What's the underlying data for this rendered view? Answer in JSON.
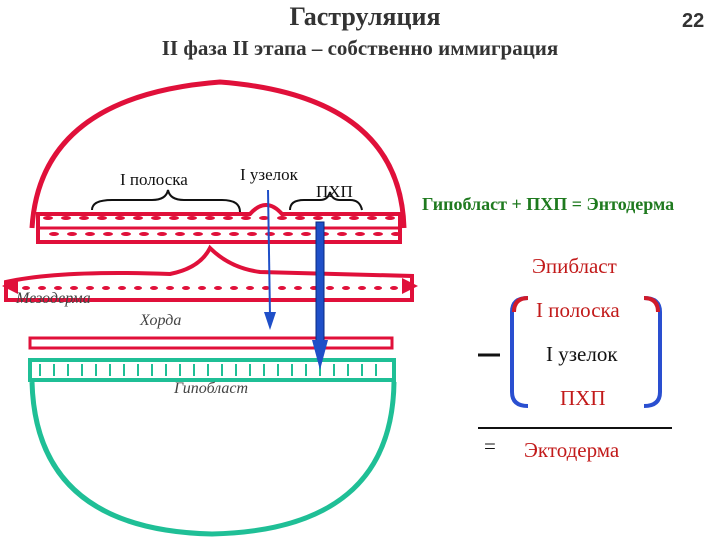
{
  "header": {
    "title": "Гаструляция",
    "subtitle": "II фаза II этапа – собственно иммиграция",
    "slide_number": "22"
  },
  "diagram_labels": {
    "first_streak": "I полоска",
    "first_node": "I узелок",
    "pkhp": "ПХП",
    "mesoderm": "Мезодерма",
    "notochord": "Хорда",
    "hypoblast": "Гипобласт"
  },
  "equations": {
    "endoderm": "Гипобласт + ПХП = Энтодерма",
    "epiblast": "Эпибласт",
    "streak": "I полоска",
    "node": "I узелок",
    "pkhp": "ПХП",
    "minus": "–",
    "equals": "=",
    "ectoderm": "Эктодерма"
  },
  "colors": {
    "epiblast_red": "#e0103a",
    "hypoblast_teal": "#1fbf96",
    "arrow_blue": "#1f4fc8",
    "equation_green": "#1f7a1f",
    "label_red": "#c21a1a",
    "bracket_red": "#d01a2a",
    "bracket_blue": "#2a4fd0"
  }
}
